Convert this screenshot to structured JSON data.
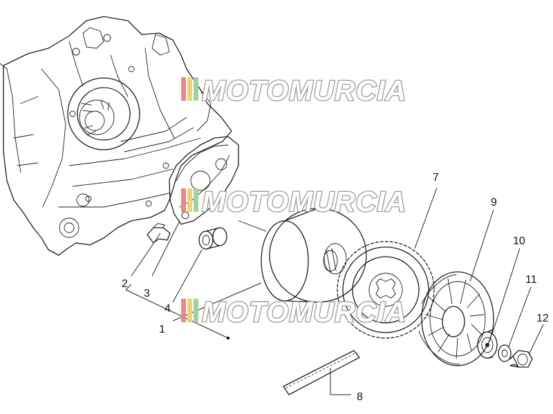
{
  "watermark": {
    "text": "MOTOMURCIA",
    "stripe_colors": [
      "#e58a8a",
      "#efd27a",
      "#9fd39a"
    ]
  },
  "callouts": [
    {
      "id": "1",
      "label": "1"
    },
    {
      "id": "2",
      "label": "2"
    },
    {
      "id": "3",
      "label": "3"
    },
    {
      "id": "4",
      "label": "4"
    },
    {
      "id": "7",
      "label": "7"
    },
    {
      "id": "8",
      "label": "8"
    },
    {
      "id": "9",
      "label": "9"
    },
    {
      "id": "10",
      "label": "10"
    },
    {
      "id": "11",
      "label": "11"
    },
    {
      "id": "12",
      "label": "12"
    }
  ]
}
